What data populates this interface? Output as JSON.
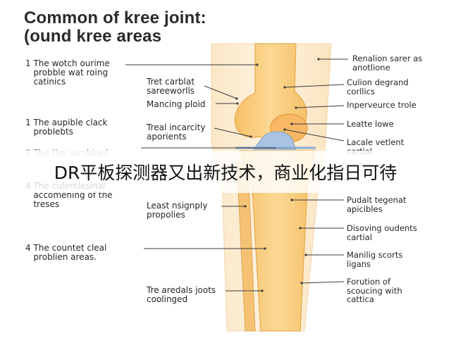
{
  "title": {
    "line1": "Common of kree joint:",
    "line2": "(ound kree areas"
  },
  "left_labels": [
    {
      "text": "1 The wotch ourime\n   probble wat roing\n   catinics"
    },
    {
      "text": "1 The aupible clack\n   problebts"
    },
    {
      "text": "2 The the sumbired"
    },
    {
      "text": "4 The culerelesinal\n   accomening of the\n   treses"
    },
    {
      "text": "4 The countet cleal\n   problien areas."
    }
  ],
  "inner_labels": [
    {
      "text": "Tret carblat\nsareeworlls"
    },
    {
      "text": "Mancing ploid"
    },
    {
      "text": "Treal incarcity\naporients"
    },
    {
      "text": "Least nsignply\npropolies"
    },
    {
      "text": "Tre aredals joots\ncoolinged"
    }
  ],
  "right_labels": [
    {
      "text": "Renalion sarer as\nanotlione"
    },
    {
      "text": "Culion degrand\ncorllics"
    },
    {
      "text": "Inperveurce trole"
    },
    {
      "text": "Leatte lowe"
    },
    {
      "text": "Lacale vetlent\ncartial"
    },
    {
      "text": "Pudalt tegenat\napicibles"
    },
    {
      "text": "Disoving oudents\ncartial"
    },
    {
      "text": "Manilig scorts\nligans"
    },
    {
      "text": "Forution of\nscoucing with\ncattica"
    }
  ],
  "banner": {
    "text": "DR平板探测器又出新技术，商业化指日可待"
  },
  "colors": {
    "bone_fill": "#f9ca78",
    "bone_light": "#fde8bd",
    "background_leg": "#fdf1dc",
    "cartilage": "#a9c3e2",
    "leader_line": "#3a3a3a"
  }
}
